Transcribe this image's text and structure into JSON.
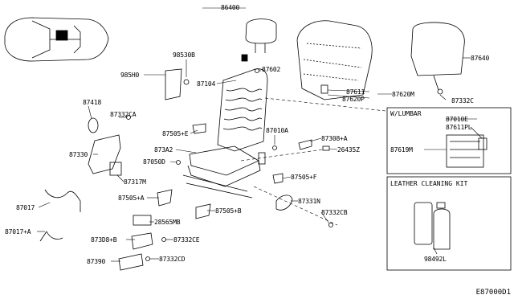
{
  "diagram_code": "E87000D1",
  "boxes": {
    "lumbar_title": "W/LUMBAR",
    "leather_kit_title": "LEATHER CLEANING KIT"
  },
  "parts": {
    "p86400": "86400",
    "p98530B": "98530B",
    "p985H0": "985H0",
    "p87602": "87602",
    "p87104": "87104",
    "p87640": "87640",
    "p87611": "87611",
    "p87620P": "87620P",
    "p87620M": "87620M",
    "p87332C": "87332C",
    "p87418": "87418",
    "p87332CA": "87332CA",
    "p87505E": "87505+E",
    "p87010A": "87010A",
    "p87308A": "87308+A",
    "p26435Z": "26435Z",
    "p873A2": "873A2",
    "p87050D": "87050D",
    "p87330": "87330",
    "p87317M": "87317M",
    "p87505F": "87505+F",
    "p87505A": "87505+A",
    "p87331N": "87331N",
    "p87017": "87017",
    "p87505B": "87505+B",
    "p87332CB": "87332CB",
    "p28565MB": "28565MB",
    "p87017A": "87017+A",
    "p873D8B": "873D8+B",
    "p87332CE": "87332CE",
    "p87390": "87390",
    "p87332CD": "87332CD",
    "p87010E": "87010E",
    "p87611PL": "87611PL",
    "p87619M": "87619M",
    "p98492L": "98492L"
  }
}
